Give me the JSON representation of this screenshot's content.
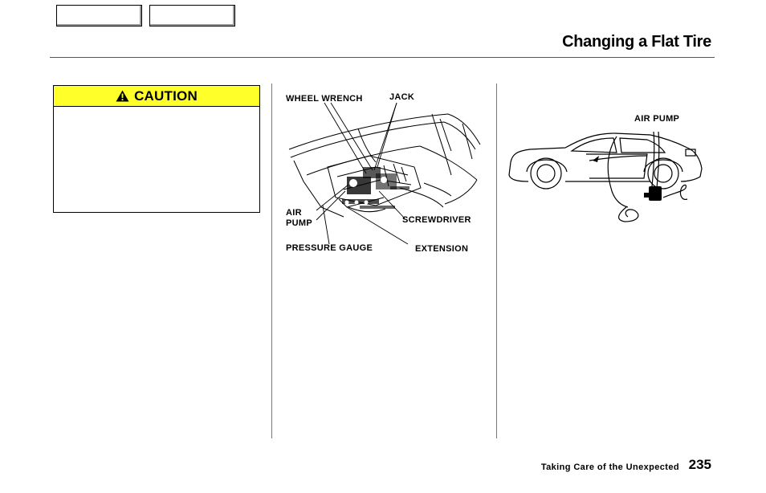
{
  "header": {
    "title": "Changing a Flat Tire"
  },
  "caution": {
    "label": "CAUTION"
  },
  "figure_tools": {
    "labels": {
      "wheel_wrench": "WHEEL  WRENCH",
      "jack": "JACK",
      "air_pump_line1": "AIR",
      "air_pump_line2": "PUMP",
      "screwdriver": "SCREWDRIVER",
      "pressure_gauge": "PRESSURE  GAUGE",
      "extension": "EXTENSION"
    }
  },
  "figure_car": {
    "labels": {
      "air_pump": "AIR  PUMP"
    }
  },
  "footer": {
    "section": "Taking Care of the Unexpected",
    "page_number": "235"
  },
  "colors": {
    "caution_yellow": "#ffff2a",
    "text": "#000000",
    "rule": "#555555"
  }
}
